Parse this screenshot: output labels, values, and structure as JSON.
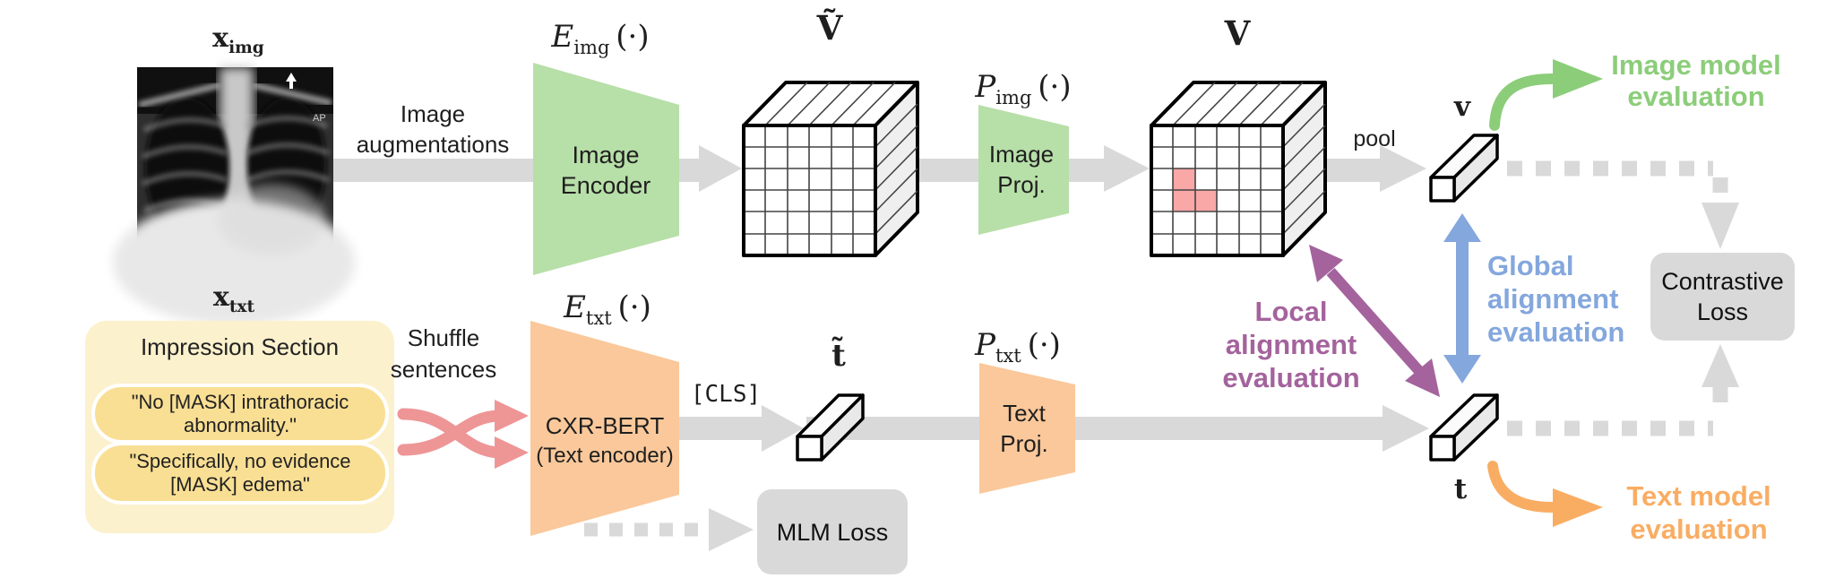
{
  "figure": {
    "x_img": {
      "main": "x",
      "sub": "img"
    },
    "x_txt": {
      "main": "x",
      "sub": "txt"
    },
    "e_img": {
      "main": "E",
      "sub": "img",
      "args": "(·)"
    },
    "e_txt": {
      "main": "E",
      "sub": "txt",
      "args": "(·)"
    },
    "p_img": {
      "main": "P",
      "sub": "img",
      "args": "(·)"
    },
    "p_txt": {
      "main": "P",
      "sub": "txt",
      "args": "(·)"
    },
    "image_augmentations": {
      "line1": "Image",
      "line2": "augmentations"
    },
    "shuffle": {
      "line1": "Shuffle",
      "line2": "sentences"
    },
    "image_encoder": {
      "line1": "Image",
      "line2": "Encoder"
    },
    "image_proj": {
      "line1": "Image",
      "line2": "Proj."
    },
    "cxr_bert": {
      "line1": "CXR-BERT",
      "line2": "(Text encoder)"
    },
    "text_proj": {
      "line1": "Text",
      "line2": "Proj."
    },
    "v_tilde_label": "Ṽ",
    "v_cube_label": "V",
    "v_vector_label": "v",
    "t_tilde_label": "t̃",
    "t_vector_label": "t",
    "pool_label": "pool",
    "cls_label": "[CLS]",
    "mlm_loss_label": "MLM Loss",
    "contrastive": {
      "line1": "Contrastive",
      "line2": "Loss"
    },
    "image_model_eval": {
      "line1": "Image model",
      "line2": "evaluation"
    },
    "text_model_eval": {
      "line1": "Text model",
      "line2": "evaluation"
    },
    "global_eval": {
      "line1": "Global",
      "line2": "alignment",
      "line3": "evaluation"
    },
    "local_eval": {
      "line1": "Local",
      "line2": "alignment",
      "line3": "evaluation"
    },
    "impression": {
      "title": "Impression Section",
      "sentence1": "\"No [MASK] intrathoracic abnormality.\"",
      "sentence2": "\"Specifically, no evidence [MASK] edema\""
    },
    "colors": {
      "encoder_green": "#b7dfa8",
      "encoder_orange": "#fac89a",
      "pipeline_gray": "#d9d9d9",
      "impression_box_yellow": "#fcf1cd",
      "impression_pill_yellow": "#f9df94",
      "shuffle_pink": "#ee9596",
      "highlight_cell_red": "#f9a7a7",
      "local_purple": "#a4639d",
      "global_blue": "#84a7dd",
      "image_eval_green": "#8ccd7a",
      "text_eval_orange": "#f9ad63"
    }
  }
}
